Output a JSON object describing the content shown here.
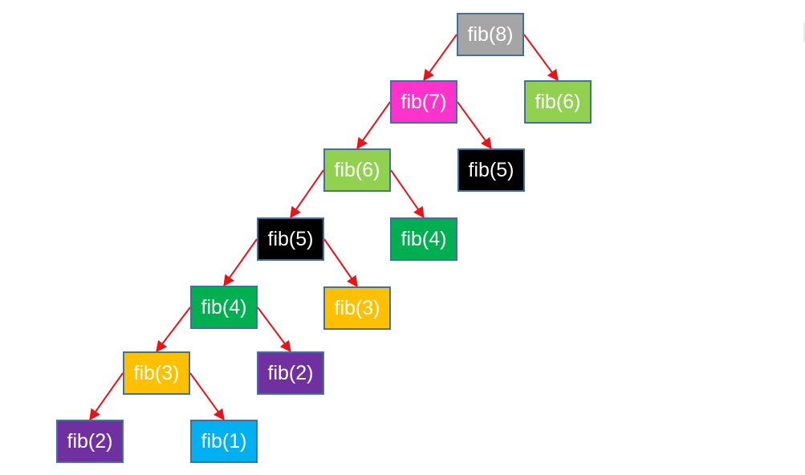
{
  "colors": {
    "border": "#41719c",
    "edge": "#e8141a",
    "text_light": "#ffffff"
  },
  "diagram": {
    "nodes": [
      {
        "id": "n8",
        "label": "fib(8)",
        "color": "#a5a5a5"
      },
      {
        "id": "n7",
        "label": "fib(7)",
        "color": "#ff33cc"
      },
      {
        "id": "n6a",
        "label": "fib(6)",
        "color": "#92d050"
      },
      {
        "id": "n6b",
        "label": "fib(6)",
        "color": "#92d050"
      },
      {
        "id": "n5a",
        "label": "fib(5)",
        "color": "#000000"
      },
      {
        "id": "n5b",
        "label": "fib(5)",
        "color": "#000000"
      },
      {
        "id": "n4a",
        "label": "fib(4)",
        "color": "#00b050"
      },
      {
        "id": "n4b",
        "label": "fib(4)",
        "color": "#00b050"
      },
      {
        "id": "n3a",
        "label": "fib(3)",
        "color": "#ffc000"
      },
      {
        "id": "n3b",
        "label": "fib(3)",
        "color": "#ffc000"
      },
      {
        "id": "n2a",
        "label": "fib(2)",
        "color": "#7030a0"
      },
      {
        "id": "n2b",
        "label": "fib(2)",
        "color": "#7030a0"
      },
      {
        "id": "n1",
        "label": "fib(1)",
        "color": "#00b0f0"
      }
    ],
    "edges": [
      {
        "from": "n8",
        "to": "n7"
      },
      {
        "from": "n8",
        "to": "n6b"
      },
      {
        "from": "n7",
        "to": "n6a"
      },
      {
        "from": "n7",
        "to": "n5b"
      },
      {
        "from": "n6a",
        "to": "n5a"
      },
      {
        "from": "n6a",
        "to": "n4b"
      },
      {
        "from": "n5a",
        "to": "n4a"
      },
      {
        "from": "n5a",
        "to": "n3b"
      },
      {
        "from": "n4a",
        "to": "n3a"
      },
      {
        "from": "n4a",
        "to": "n2b"
      },
      {
        "from": "n3a",
        "to": "n2a"
      },
      {
        "from": "n3a",
        "to": "n1"
      }
    ]
  }
}
